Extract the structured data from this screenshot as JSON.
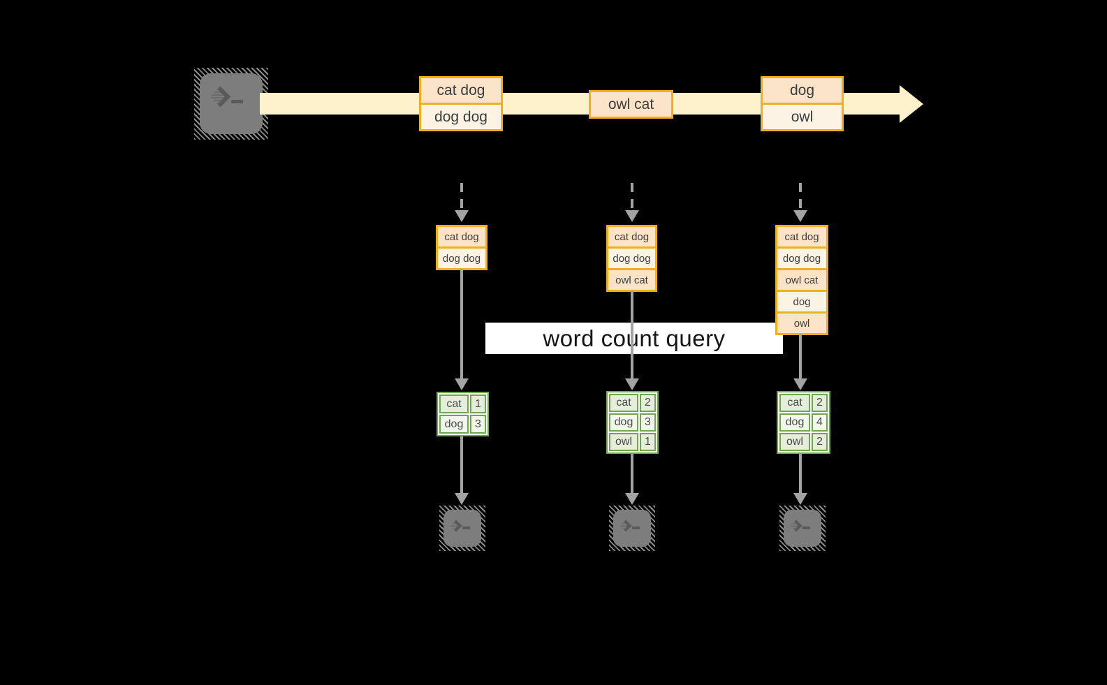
{
  "query_band": {
    "label": "word count query",
    "bg": "#ffffff",
    "text_color": "#151515"
  },
  "stream": {
    "batches": [
      {
        "items": [
          "cat dog",
          "dog dog"
        ]
      },
      {
        "items": [
          "owl cat"
        ]
      },
      {
        "items": [
          "dog",
          "owl"
        ]
      }
    ]
  },
  "columns": [
    {
      "stack": [
        "cat dog",
        "dog dog"
      ],
      "table": [
        {
          "word": "cat",
          "count": "1"
        },
        {
          "word": "dog",
          "count": "3"
        }
      ]
    },
    {
      "stack": [
        "cat dog",
        "dog dog",
        "owl cat"
      ],
      "table": [
        {
          "word": "cat",
          "count": "2"
        },
        {
          "word": "dog",
          "count": "3"
        },
        {
          "word": "owl",
          "count": "1"
        }
      ]
    },
    {
      "stack": [
        "cat dog",
        "dog dog",
        "owl cat",
        "dog",
        "owl"
      ],
      "table": [
        {
          "word": "cat",
          "count": "2"
        },
        {
          "word": "dog",
          "count": "4"
        },
        {
          "word": "owl",
          "count": "2"
        }
      ]
    }
  ],
  "icons": {
    "source": "terminal-prompt-icon",
    "outputs": [
      "terminal-prompt-icon",
      "terminal-prompt-icon",
      "terminal-prompt-icon"
    ]
  },
  "colors": {
    "background": "#000000",
    "gold_border": "#f0b01c",
    "orange_fill_dark": "#fbe3c7",
    "orange_fill_light": "#fdf3e4",
    "stream_fill": "#fdf2cc",
    "green_border": "#6fa84c",
    "green_fill_dark": "#e4eedb",
    "green_fill_light": "#f2f7ec",
    "arrow_gray": "#a3a3a3",
    "terminal_gray": "#7d7d7d",
    "text_dark": "#3d3d3d"
  }
}
